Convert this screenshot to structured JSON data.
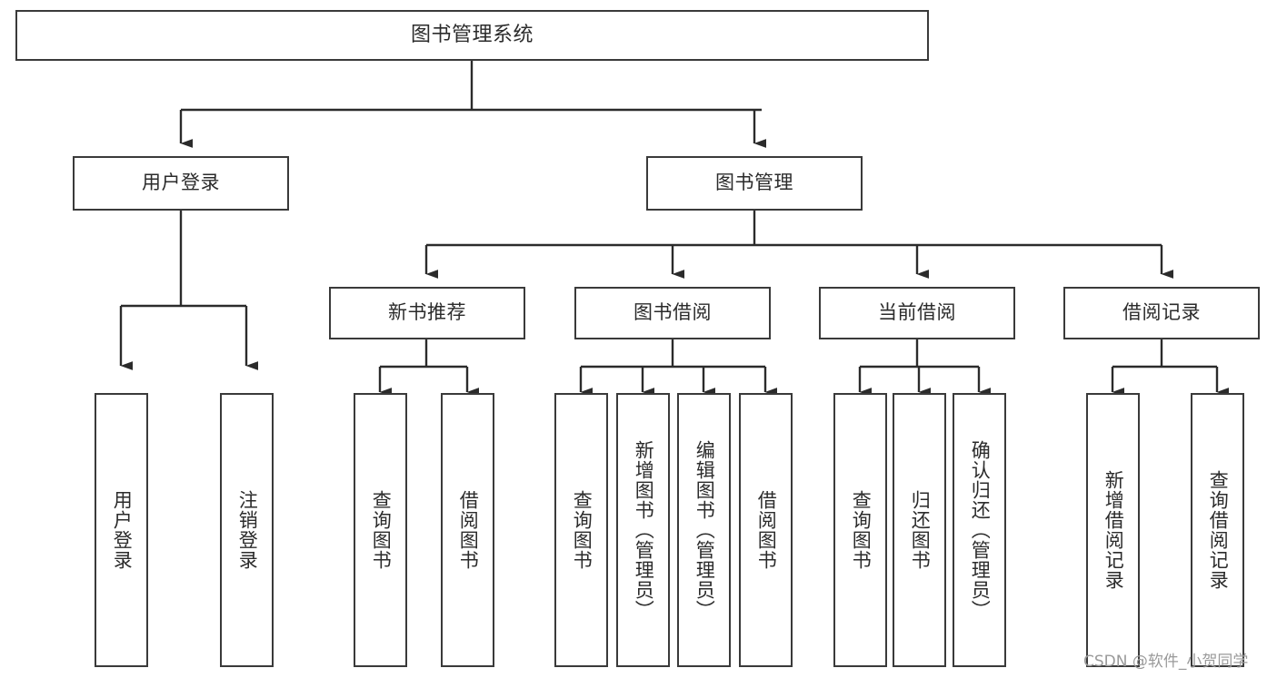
{
  "diagram": {
    "title": "图书管理系统",
    "type": "tree",
    "watermark": "CSDN @软件_小贺同学",
    "colors": {
      "box_border": "#3a3a3a",
      "box_fill": "#ffffff",
      "connector": "#2b2b2b",
      "text": "#2b2b2b",
      "watermark": "#9a9a9a",
      "background": "#ffffff"
    },
    "nodes": {
      "root": {
        "label": "图书管理系统"
      },
      "level2": [
        {
          "label": "用户登录"
        },
        {
          "label": "图书管理"
        }
      ],
      "level3": [
        {
          "label": "新书推荐"
        },
        {
          "label": "图书借阅"
        },
        {
          "label": "当前借阅"
        },
        {
          "label": "借阅记录"
        }
      ],
      "leaves": {
        "user_login": [
          {
            "label": "用户登录"
          },
          {
            "label": "注销登录"
          }
        ],
        "new_book": [
          {
            "label": "查询图书"
          },
          {
            "label": "借阅图书"
          }
        ],
        "book_borrow": [
          {
            "label": "查询图书"
          },
          {
            "label": "新增图书（管理员）"
          },
          {
            "label": "编辑图书（管理员）"
          },
          {
            "label": "借阅图书"
          }
        ],
        "current_borrow": [
          {
            "label": "查询图书"
          },
          {
            "label": "归还图书"
          },
          {
            "label": "确认归还（管理员）"
          }
        ],
        "borrow_record": [
          {
            "label": "新增借阅记录"
          },
          {
            "label": "查询借阅记录"
          }
        ]
      }
    }
  }
}
